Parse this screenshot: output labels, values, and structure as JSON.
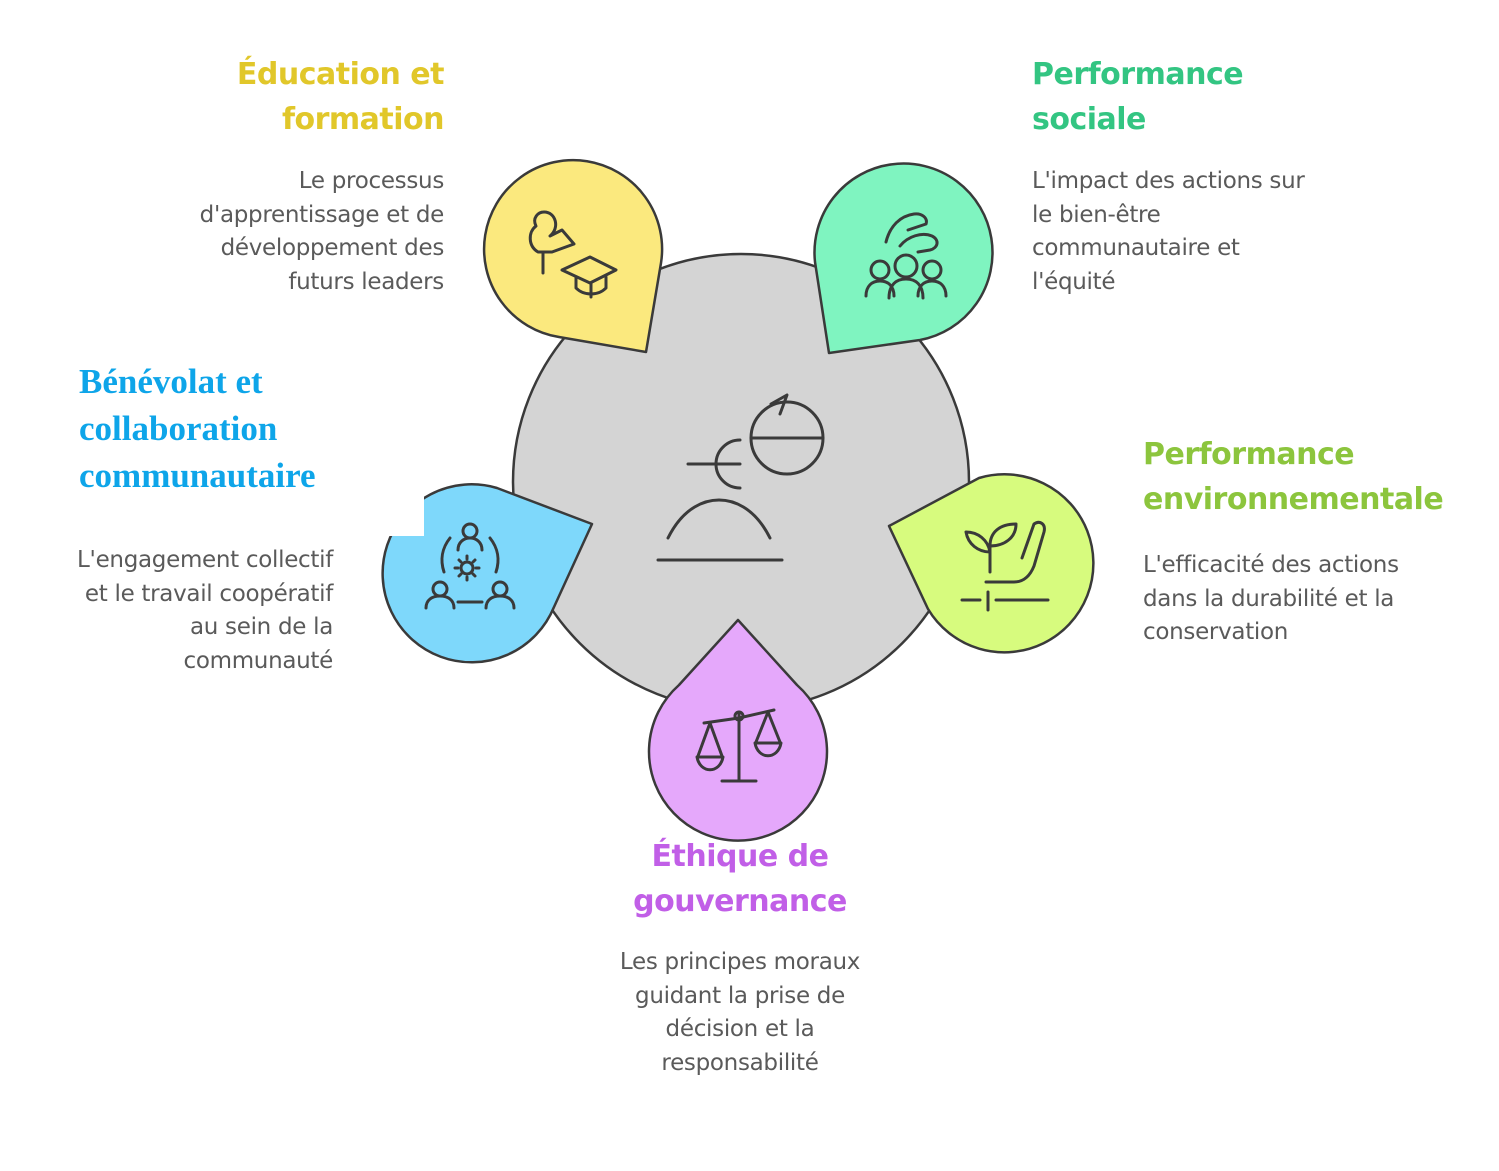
{
  "colors": {
    "hub": "#d4d4d4",
    "outline": "#3a3a3a",
    "education": "#fbe97e",
    "education_title": "#e1c72a",
    "social": "#7ff4c0",
    "social_title": "#33c582",
    "environment": "#d7fb7e",
    "environment_title": "#8cc53d",
    "ethics": "#e5a8fb",
    "ethics_title": "#c15fe7",
    "volunteer": "#7ed8fb",
    "volunteer_title": "#0ea5e9"
  },
  "hub": {
    "icon": "person-cycle-icon"
  },
  "segments": {
    "education": {
      "icon": "teacher-graduation-cap-icon",
      "title": [
        "Éducation et",
        "formation"
      ],
      "description": [
        "Le processus",
        "d'apprentissage et de",
        "développement des",
        "futurs leaders"
      ]
    },
    "social": {
      "icon": "hand-community-icon",
      "title": [
        "Performance",
        "sociale"
      ],
      "description": [
        "L'impact des actions sur",
        "le bien-être",
        "communautaire et",
        "l'équité"
      ]
    },
    "environment": {
      "icon": "sprout-hand-icon",
      "title": [
        "Performance",
        "environnementale"
      ],
      "description": [
        "L'efficacité des actions",
        "dans la durabilité et la",
        "conservation"
      ]
    },
    "ethics": {
      "icon": "balance-scale-icon",
      "title": [
        "Éthique de",
        "gouvernance"
      ],
      "description": [
        "Les principes moraux",
        "guidant la prise de",
        "décision et la",
        "responsabilité"
      ]
    },
    "volunteer": {
      "icon": "people-collaboration-icon",
      "title": [
        "Bénévolat et",
        "collaboration",
        "communautaire"
      ],
      "description": [
        "L'engagement collectif",
        "et le travail coopératif",
        "au sein de la",
        "communauté"
      ]
    }
  }
}
